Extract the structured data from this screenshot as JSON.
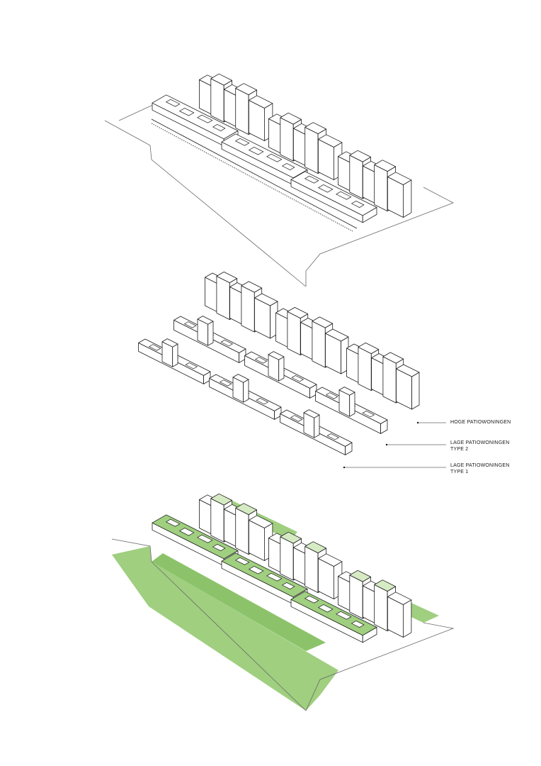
{
  "legend": {
    "hoge": {
      "line1": "HOGE PATIOWONINGEN"
    },
    "lage2": {
      "line1": "LAGE PATIOWONINGEN",
      "line2": "TYPE 2"
    },
    "lage1": {
      "line1": "LAGE PATIOWONINGEN",
      "line2": "TYPE 1"
    }
  },
  "colors": {
    "line": "#1c1c1c",
    "thin": "#6a6a6a",
    "green": "#9fcf7f",
    "green_dark": "#8cc36a",
    "green_light": "#d6ebc4",
    "paper": "#ffffff"
  }
}
